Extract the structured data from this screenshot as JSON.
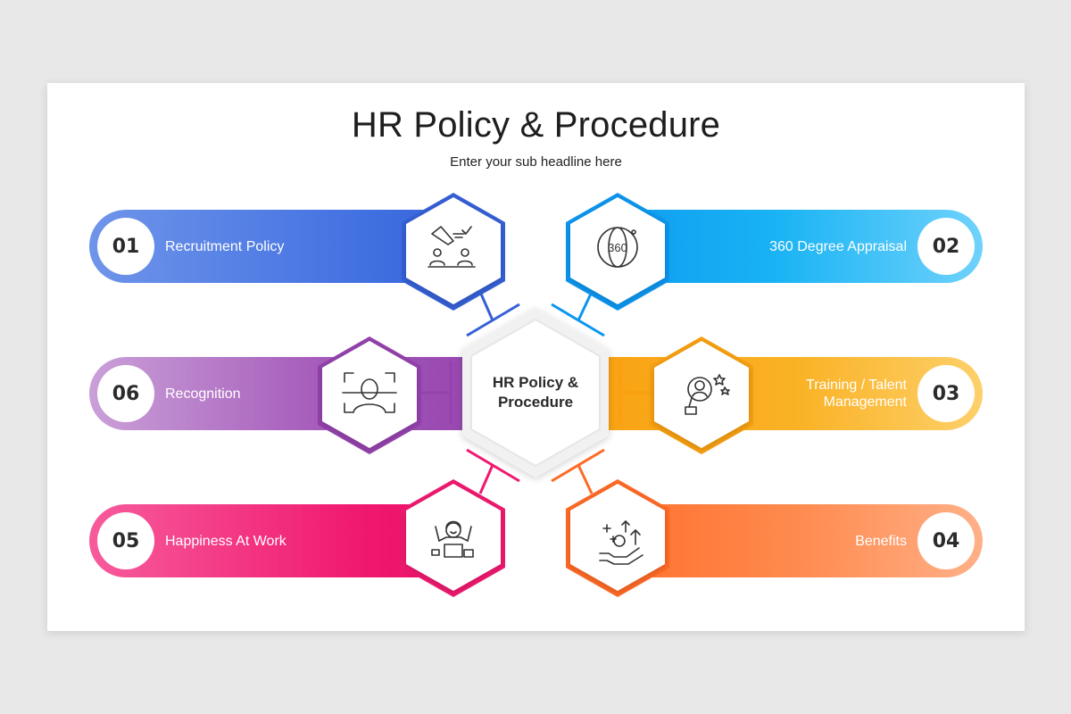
{
  "title": "HR Policy & Procedure",
  "subtitle": "Enter your sub headline here",
  "center": {
    "line1": "HR Policy &",
    "line2": "Procedure"
  },
  "items": [
    {
      "number": "01",
      "label": "Recruitment Policy",
      "label2": "",
      "icon": "recruitment-icon",
      "color": "#3f6ee0"
    },
    {
      "number": "02",
      "label": "360 Degree Appraisal",
      "label2": "",
      "icon": "360-degree-icon",
      "color": "#10a8f2"
    },
    {
      "number": "03",
      "label": "Training / Talent",
      "label2": "Management",
      "icon": "talent-search-icon",
      "color": "#f9a712"
    },
    {
      "number": "04",
      "label": "Benefits",
      "label2": "",
      "icon": "benefits-icon",
      "color": "#ff7a3a"
    },
    {
      "number": "05",
      "label": "Happiness At Work",
      "label2": "",
      "icon": "happiness-icon",
      "color": "#f0196f"
    },
    {
      "number": "06",
      "label": "Recognition",
      "label2": "",
      "icon": "face-recognition-icon",
      "color": "#a54fb8"
    }
  ]
}
